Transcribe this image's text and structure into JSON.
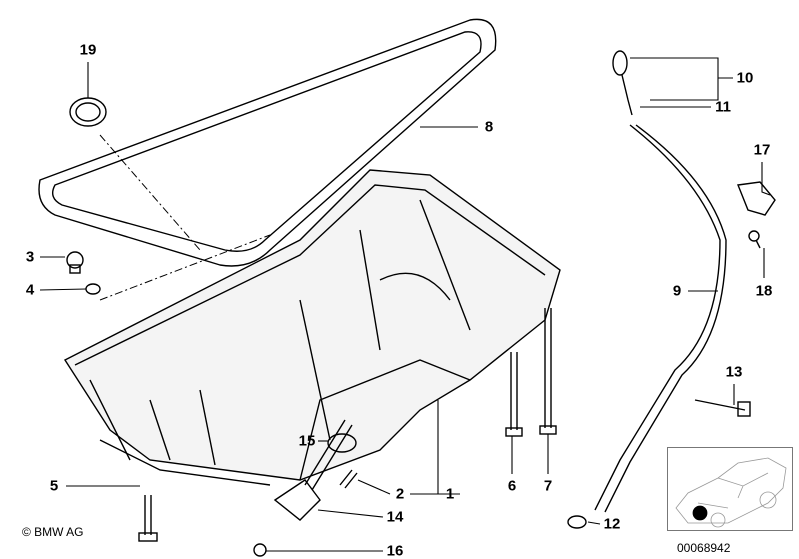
{
  "diagram": {
    "callouts": [
      {
        "id": "19",
        "label": "19"
      },
      {
        "id": "8",
        "label": "8"
      },
      {
        "id": "3",
        "label": "3"
      },
      {
        "id": "4",
        "label": "4"
      },
      {
        "id": "10",
        "label": "10"
      },
      {
        "id": "11",
        "label": "11"
      },
      {
        "id": "17",
        "label": "17"
      },
      {
        "id": "9",
        "label": "9"
      },
      {
        "id": "18",
        "label": "18"
      },
      {
        "id": "13",
        "label": "13"
      },
      {
        "id": "15",
        "label": "15"
      },
      {
        "id": "2",
        "label": "2"
      },
      {
        "id": "1",
        "label": "1"
      },
      {
        "id": "6",
        "label": "6"
      },
      {
        "id": "7",
        "label": "7"
      },
      {
        "id": "14",
        "label": "14"
      },
      {
        "id": "5",
        "label": "5"
      },
      {
        "id": "16",
        "label": "16"
      },
      {
        "id": "12",
        "label": "12"
      }
    ],
    "copyright": "© BMW AG",
    "reference_number": "00068942"
  }
}
